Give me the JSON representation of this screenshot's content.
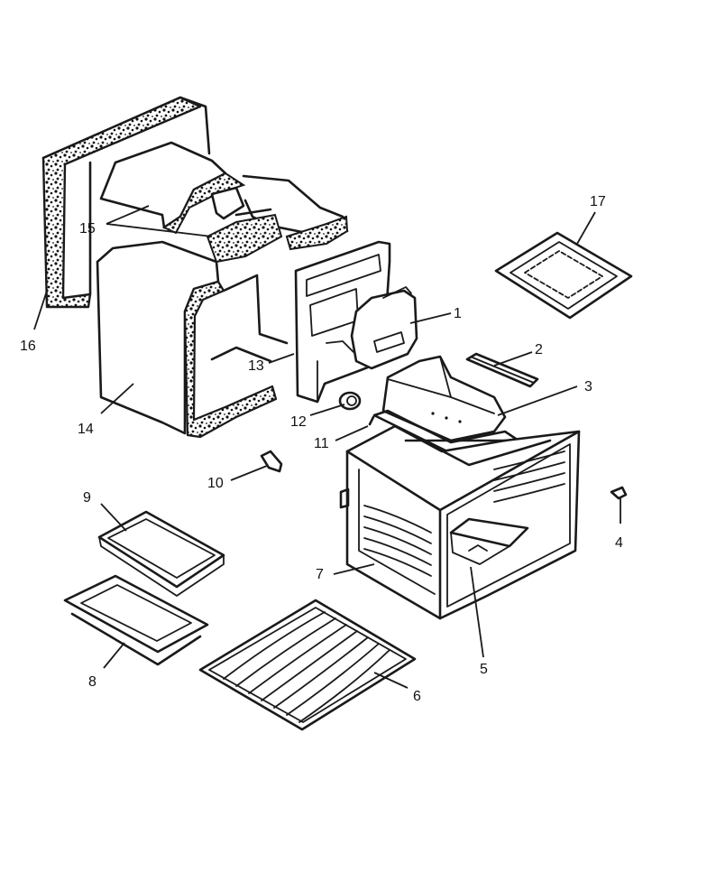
{
  "diagram": {
    "type": "exploded-parts-view",
    "callouts": [
      {
        "id": "1",
        "label": "1"
      },
      {
        "id": "2",
        "label": "2"
      },
      {
        "id": "3",
        "label": "3"
      },
      {
        "id": "4",
        "label": "4"
      },
      {
        "id": "5",
        "label": "5"
      },
      {
        "id": "6",
        "label": "6"
      },
      {
        "id": "7",
        "label": "7"
      },
      {
        "id": "8",
        "label": "8"
      },
      {
        "id": "9",
        "label": "9"
      },
      {
        "id": "10",
        "label": "10"
      },
      {
        "id": "11",
        "label": "11"
      },
      {
        "id": "12",
        "label": "12"
      },
      {
        "id": "13",
        "label": "13"
      },
      {
        "id": "14",
        "label": "14"
      },
      {
        "id": "15",
        "label": "15"
      },
      {
        "id": "16",
        "label": "16"
      },
      {
        "id": "17",
        "label": "17"
      }
    ]
  }
}
